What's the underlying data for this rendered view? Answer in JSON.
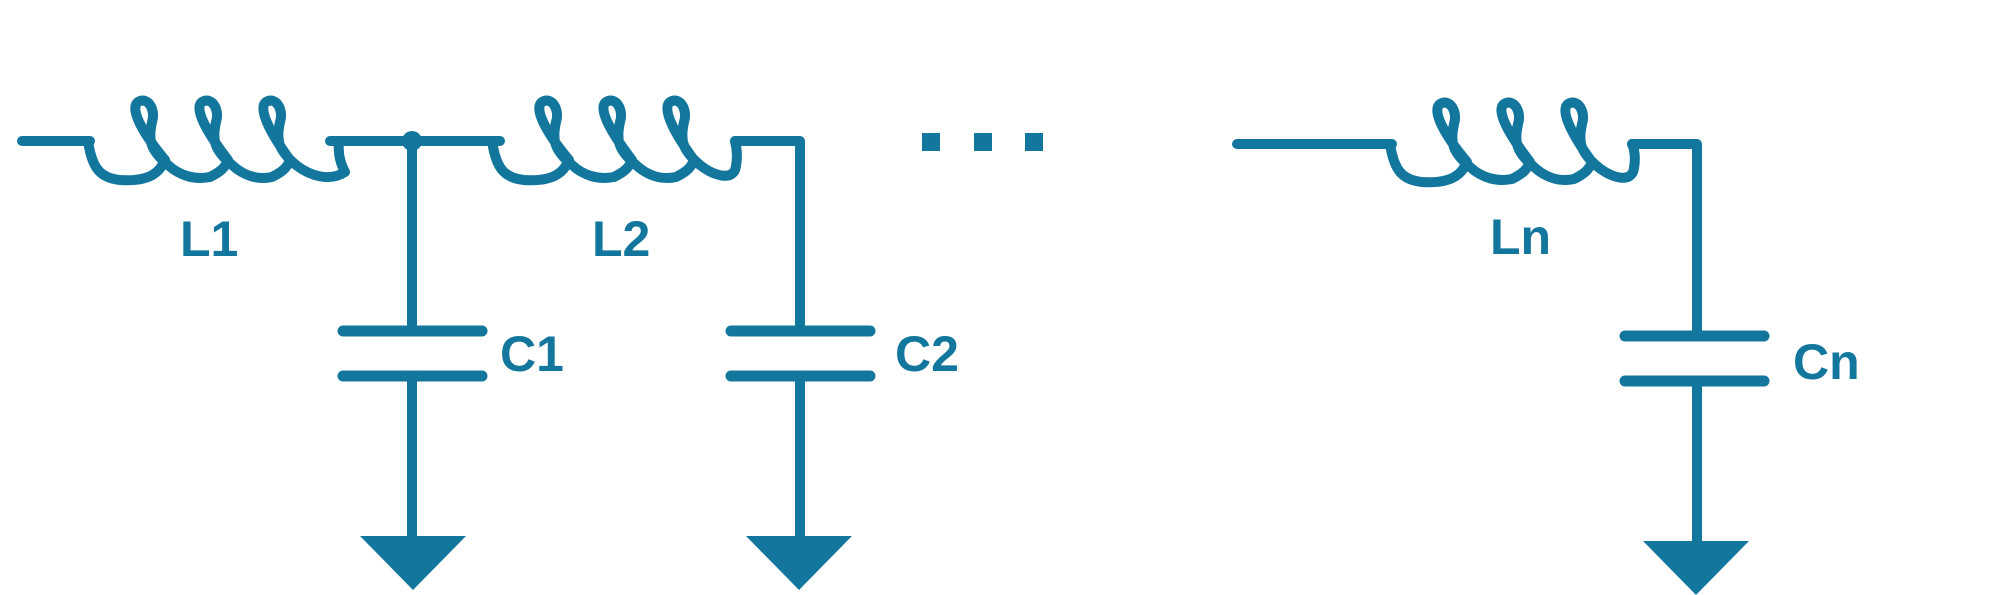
{
  "colors": {
    "stroke": "#13769d",
    "background": "#ffffff"
  },
  "labels": {
    "l1": "L1",
    "l2": "L2",
    "ln": "Ln",
    "c1": "C1",
    "c2": "C2",
    "cn": "Cn"
  },
  "ellipsis": "..."
}
